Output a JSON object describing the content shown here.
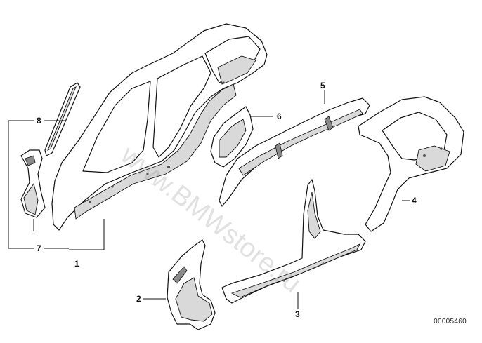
{
  "diagram": {
    "callouts": {
      "c1": "1",
      "c2": "2",
      "c3": "3",
      "c4": "4",
      "c5": "5",
      "c6": "6",
      "c7": "7",
      "c8": "8"
    },
    "diagram_id": "00005460",
    "watermark": "www.BMWstore.ru"
  }
}
